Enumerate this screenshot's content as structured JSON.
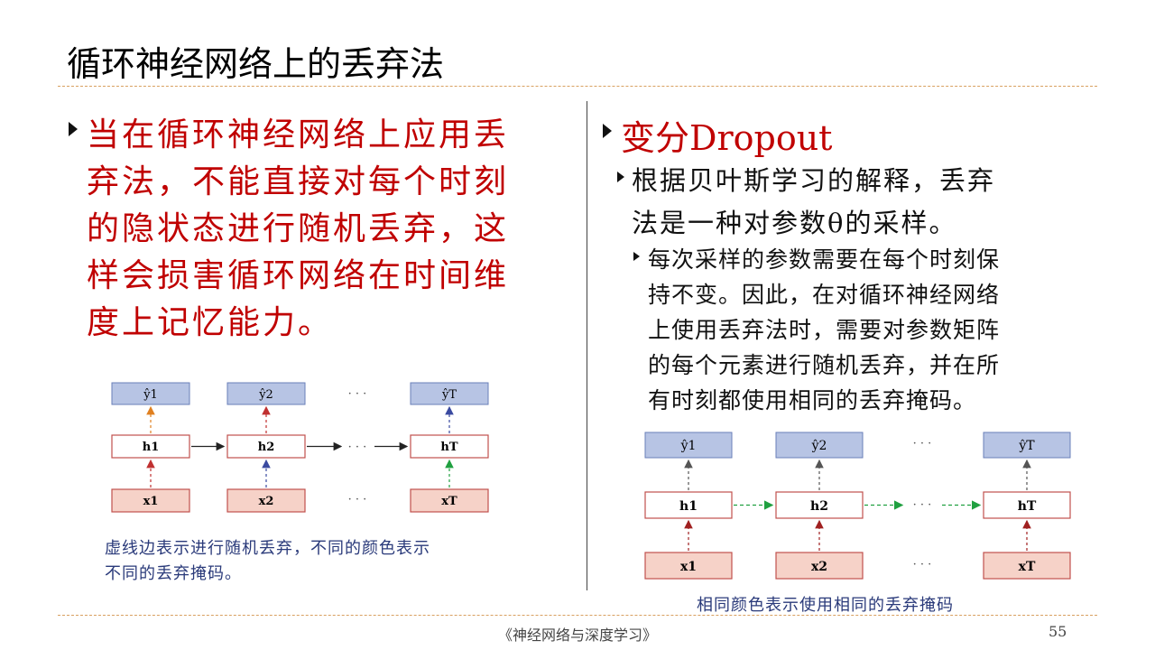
{
  "title": "循环神经网络上的丢弃法",
  "left": {
    "main_text": "当在循环神经网络上应用丢\n弃法，不能直接对每个时刻\n的隐状态进行随机丢弃，这\n样会损害循环网络在时间维\n度上记忆能力。",
    "caption": "虚线边表示进行随机丢弃，不同的颜色表示\n不同的丢弃掩码。",
    "diagram": {
      "outputs": [
        "ŷ1",
        "ŷ2",
        "ŷT"
      ],
      "hidden": [
        "h1",
        "h2",
        "hT"
      ],
      "inputs": [
        "x1",
        "x2",
        "xT"
      ],
      "ellipsis": "· · ·",
      "up_colors_out": [
        "#e08020",
        "#c03030",
        "#3a4aa0"
      ],
      "up_colors_in": [
        "#c03030",
        "#3a4aa0",
        "#20a040"
      ]
    }
  },
  "right": {
    "heading": "变分Dropout",
    "sub_text": "根据贝叶斯学习的解释，丢弃\n法是一种对参数θ的采样。",
    "subsub_text": "每次采样的参数需要在每个时刻保\n持不变。因此，在对循环神经网络\n上使用丢弃法时，需要对参数矩阵\n的每个元素进行随机丢弃，并在所\n有时刻都使用相同的丢弃掩码。",
    "caption": "相同颜色表示使用相同的丢弃掩码",
    "diagram": {
      "outputs": [
        "ŷ1",
        "ŷ2",
        "ŷT"
      ],
      "hidden": [
        "h1",
        "h2",
        "hT"
      ],
      "inputs": [
        "x1",
        "x2",
        "xT"
      ],
      "ellipsis": "· · ·",
      "out_color": "#555555",
      "in_color": "#a02020",
      "rec_color": "#20a040"
    }
  },
  "footer": "《神经网络与深度学习》",
  "page_number": "55",
  "colors": {
    "accent_red": "#c00000",
    "output_box_fill": "#b7c4e4",
    "input_box_fill": "#f6d2c8",
    "box_border": "#c0504d",
    "caption_blue": "#2a3a7a",
    "rule": "#d8a060"
  }
}
